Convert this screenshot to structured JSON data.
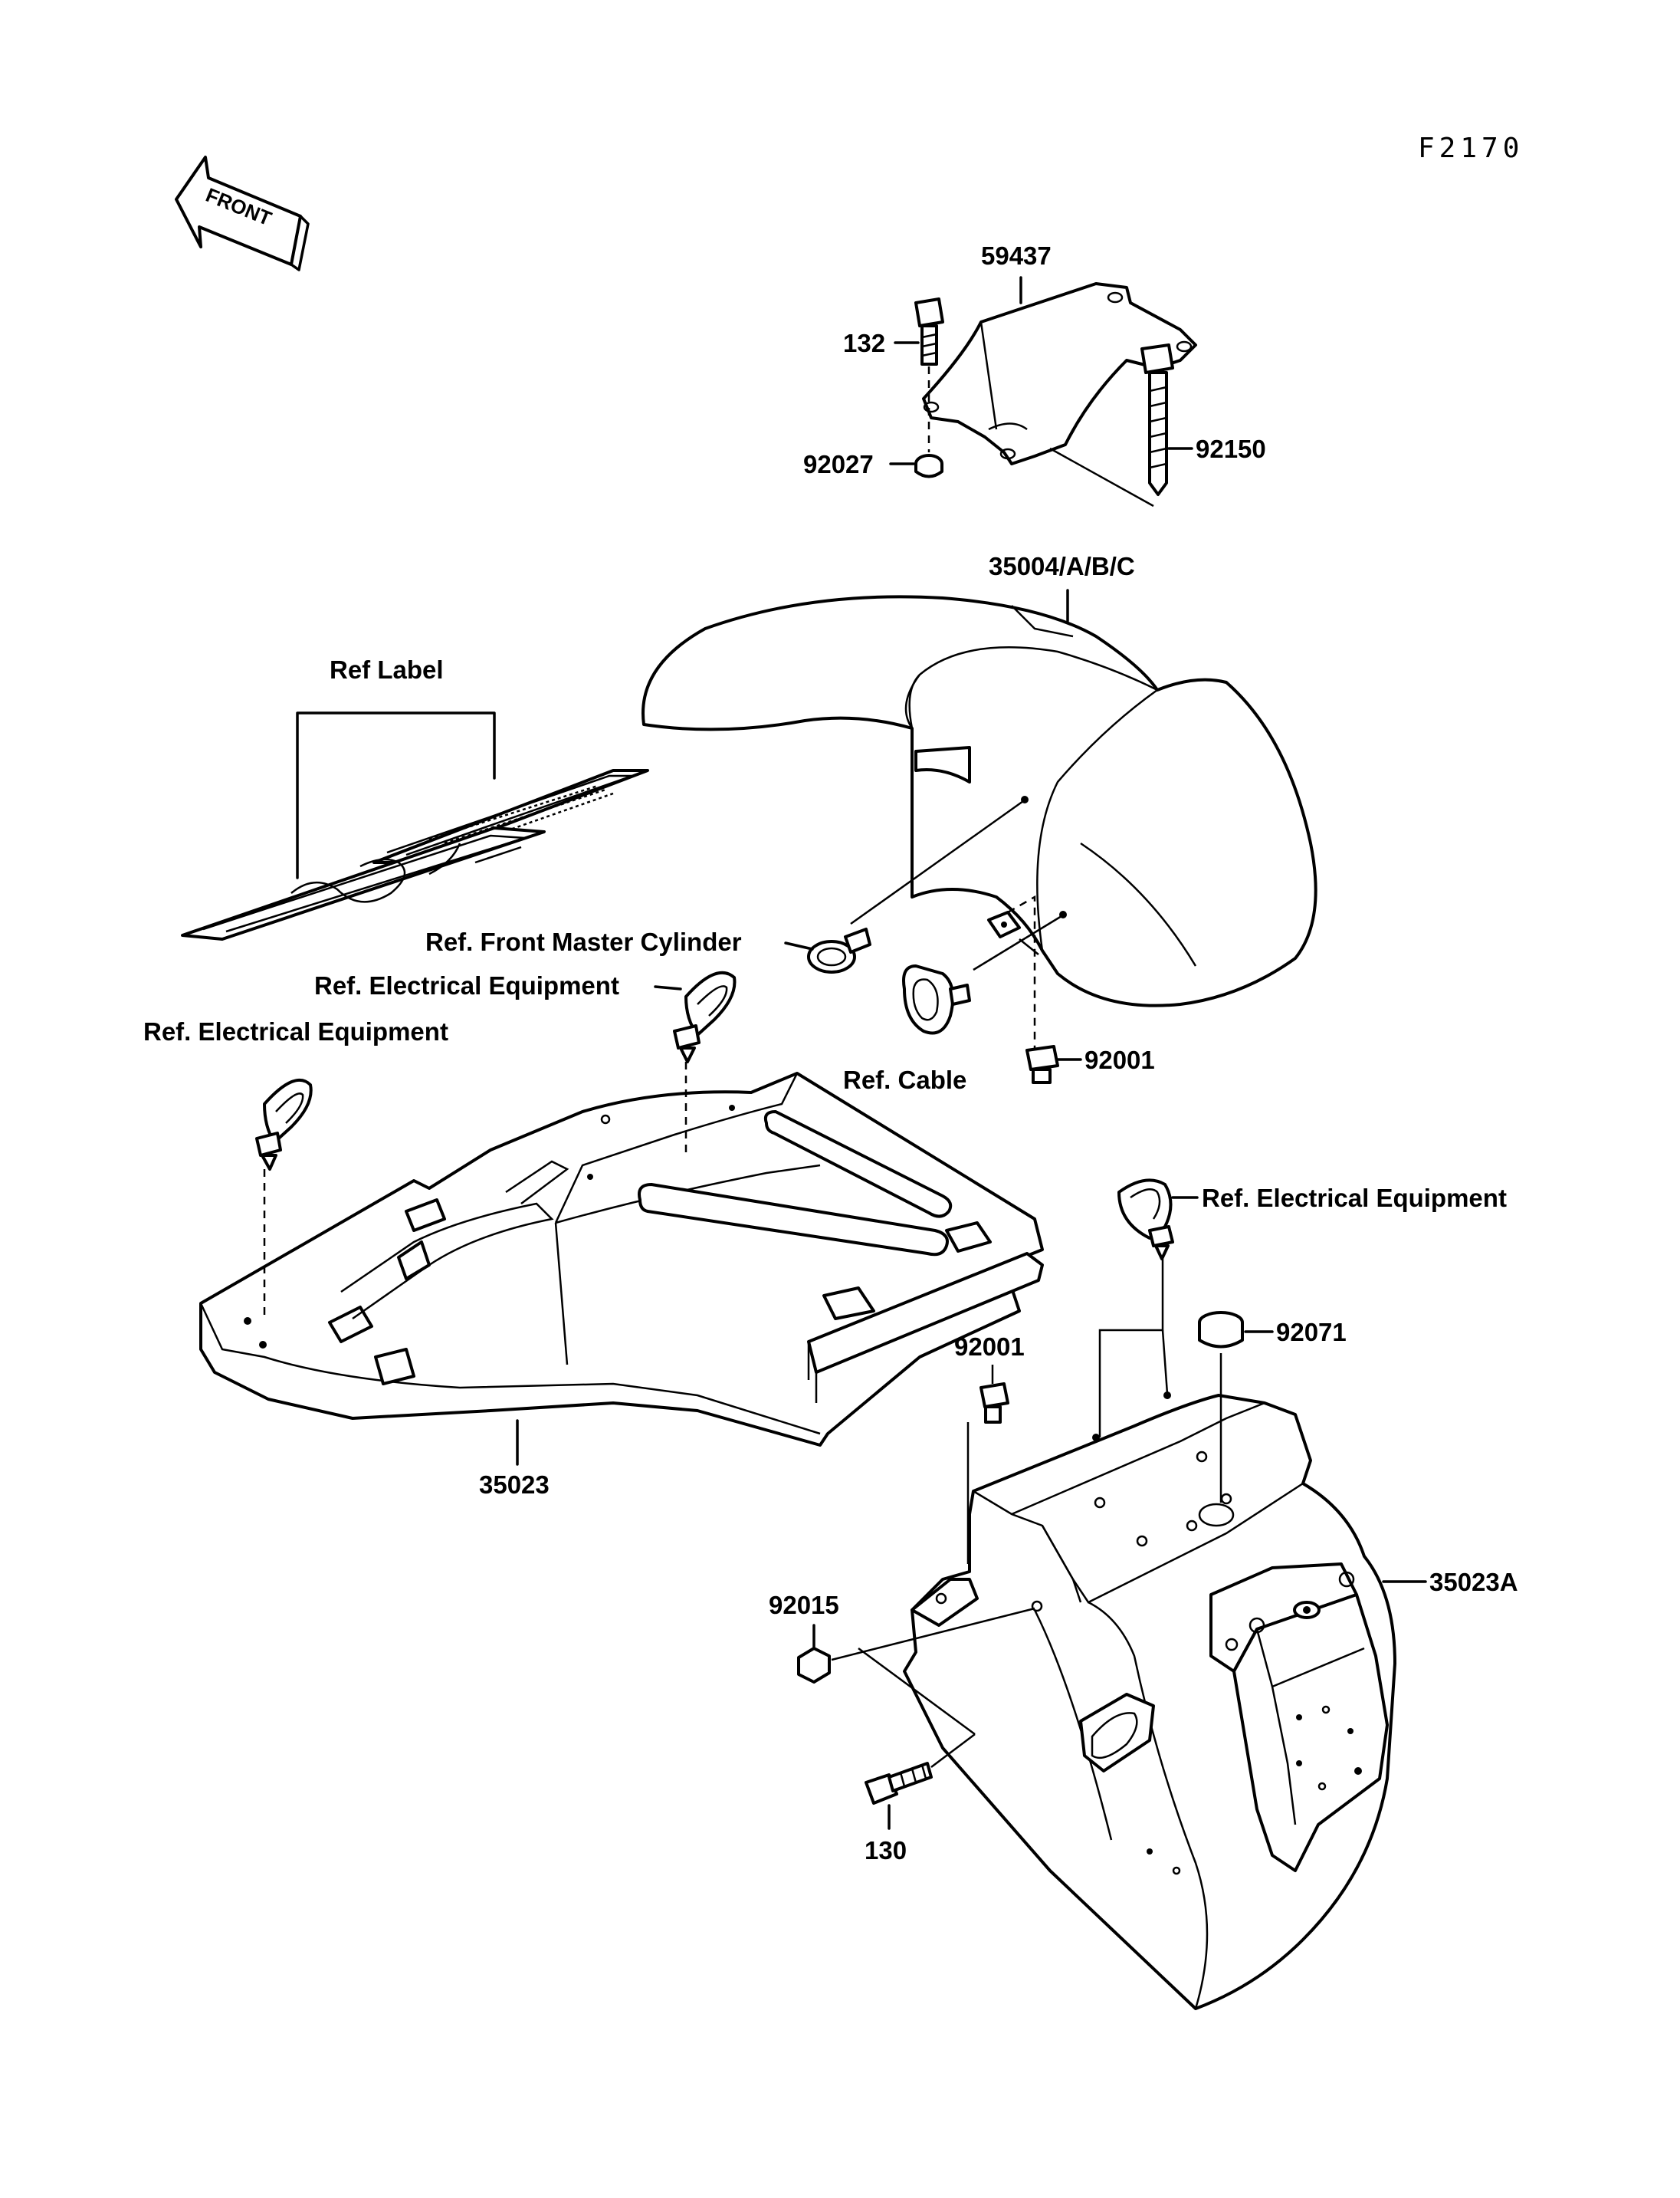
{
  "figure_code": "F2170",
  "front_arrow_text": "FRONT",
  "labels": {
    "p59437": "59437",
    "p132": "132",
    "p92150": "92150",
    "p92027": "92027",
    "p35004": "35004/A/B/C",
    "ref_label": "Ref Label",
    "ref_front_master_cylinder": "Ref. Front Master Cylinder",
    "ref_electrical_1": "Ref. Electrical Equipment",
    "ref_electrical_2": "Ref. Electrical Equipment",
    "ref_cable": "Ref. Cable",
    "p92001_a": "92001",
    "p35023": "35023",
    "ref_electrical_3": "Ref. Electrical Equipment",
    "p92001_b": "92001",
    "p92071": "92071",
    "p92015": "92015",
    "p35023A": "35023A",
    "p130": "130"
  }
}
